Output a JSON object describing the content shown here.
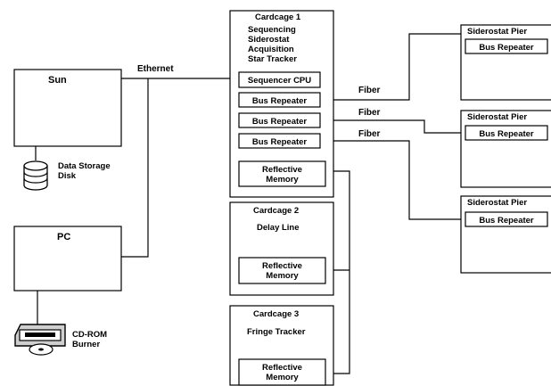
{
  "sun": {
    "label": "Sun"
  },
  "ethernet": {
    "label": "Ethernet"
  },
  "disk": {
    "line1": "Data Storage",
    "line2": "Disk"
  },
  "pc": {
    "label": "PC"
  },
  "cdrom": {
    "line1": "CD-ROM",
    "line2": "Burner"
  },
  "cardcage1": {
    "title": "Cardcage 1",
    "functions": [
      "Sequencing",
      "Siderostat",
      "Acquisition",
      "Star Tracker"
    ],
    "cpu": "Sequencer CPU",
    "repeaters": [
      "Bus Repeater",
      "Bus Repeater",
      "Bus Repeater"
    ],
    "memory": [
      "Reflective",
      "Memory"
    ]
  },
  "cardcage2": {
    "title": "Cardcage 2",
    "function": "Delay Line",
    "memory": [
      "Reflective",
      "Memory"
    ]
  },
  "cardcage3": {
    "title": "Cardcage 3",
    "function": "Fringe Tracker",
    "memory": [
      "Reflective",
      "Memory"
    ]
  },
  "fiber_labels": [
    "Fiber",
    "Fiber",
    "Fiber"
  ],
  "piers": [
    {
      "title": "Siderostat Pier",
      "repeater": "Bus Repeater"
    },
    {
      "title": "Siderostat Pier",
      "repeater": "Bus Repeater"
    },
    {
      "title": "Siderostat Pier",
      "repeater": "Bus Repeater"
    }
  ]
}
